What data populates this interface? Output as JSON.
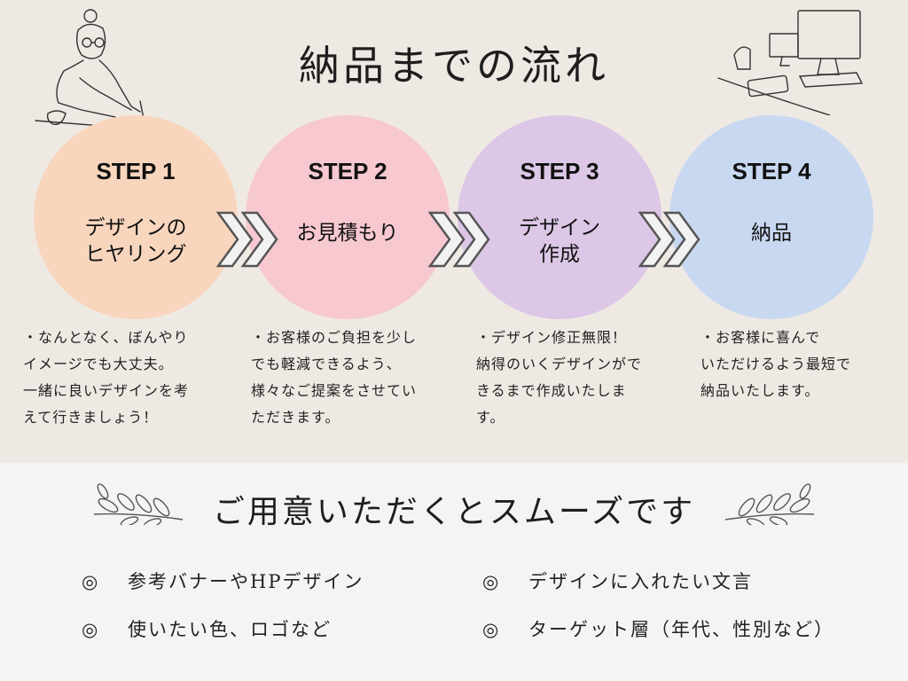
{
  "title": "納品までの流れ",
  "steps": [
    {
      "label": "STEP 1",
      "text": "デザインの\nヒヤリング",
      "color": "#f8d6bd",
      "desc": "・なんとなく、ぼんやり\nイメージでも大丈夫。\n一緒に良いデザインを考\nえて行きましょう！"
    },
    {
      "label": "STEP 2",
      "text": "お見積もり",
      "color": "#f7c8d0",
      "desc": "・お客様のご負担を少し\nでも軽減できるよう、\n様々なご提案をさせてい\nただきます。"
    },
    {
      "label": "STEP 3",
      "text": "デザイン\n作成",
      "color": "#dcc7e6",
      "desc": "・デザイン修正無限！\n納得のいくデザインがで\nきるまで作成いたしま\nす。"
    },
    {
      "label": "STEP 4",
      "text": "納品",
      "color": "#c9d8f1",
      "desc": "・お客様に喜んで\nいただけるよう最短で\n納品いたします。"
    }
  ],
  "subtitle": "ご用意いただくとスムーズです",
  "items": [
    {
      "mark": "◎",
      "text": "参考バナーやHPデザイン"
    },
    {
      "mark": "◎",
      "text": "デザインに入れたい文言"
    },
    {
      "mark": "◎",
      "text": "使いたい色、ロゴなど"
    },
    {
      "mark": "◎",
      "text": "ターゲット層（年代、性別など）"
    }
  ]
}
